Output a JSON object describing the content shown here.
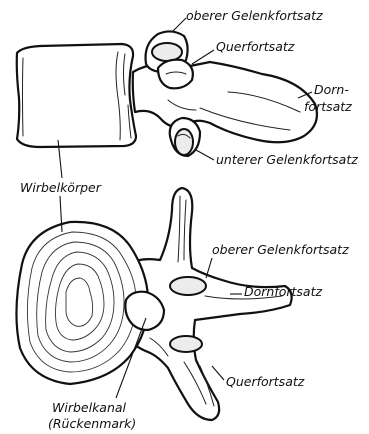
{
  "labels": {
    "upper": {
      "oberer_gelenkfortsatz": "oberer Gelenkfortsatz",
      "querfortsatz": "Querfortsatz",
      "dornfortsatz_line1": "Dorn-",
      "dornfortsatz_line2": "fortsatz",
      "unterer_gelenkfortsatz": "unterer Gelenkfortsatz"
    },
    "shared": {
      "wirbelkoerper": "Wirbelkörper"
    },
    "lower": {
      "oberer_gelenkfortsatz": "oberer Gelenkfortsatz",
      "dornfortsatz": "Dornfortsatz",
      "querfortsatz": "Querfortsatz",
      "wirbelkanal_line1": "Wirbelkanal",
      "wirbelkanal_line2": "(Rückenmark)"
    }
  }
}
